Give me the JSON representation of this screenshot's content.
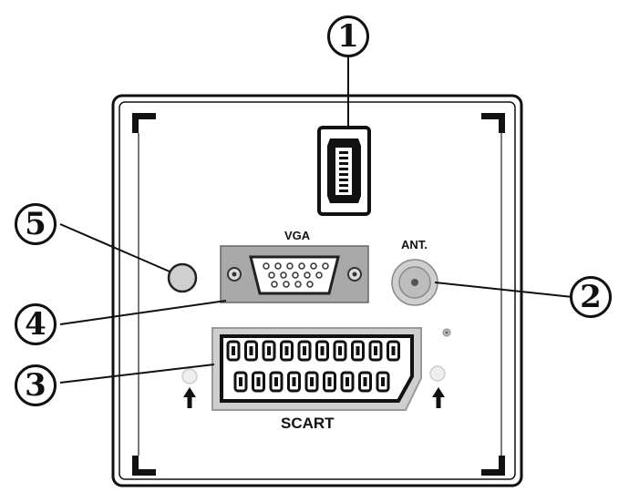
{
  "labels": {
    "vga": "VGA",
    "ant": "ANT.",
    "scart": "SCART"
  },
  "callouts": {
    "hdmi": "1",
    "antenna": "2",
    "scart": "3",
    "vga": "4",
    "headphone": "5"
  },
  "icons": {
    "hdmi_port": "hdmi-port-icon",
    "vga_port": "vga-port-icon",
    "antenna_port": "antenna-port-icon",
    "scart_port": "scart-port-icon",
    "headphone_jack": "headphone-jack-icon",
    "arrow": "up-arrow-icon"
  },
  "colors": {
    "ink": "#111111",
    "vga_plate": "#a9a9a9",
    "scart_plate": "#cfcfcf",
    "panel": "#ffffff"
  }
}
